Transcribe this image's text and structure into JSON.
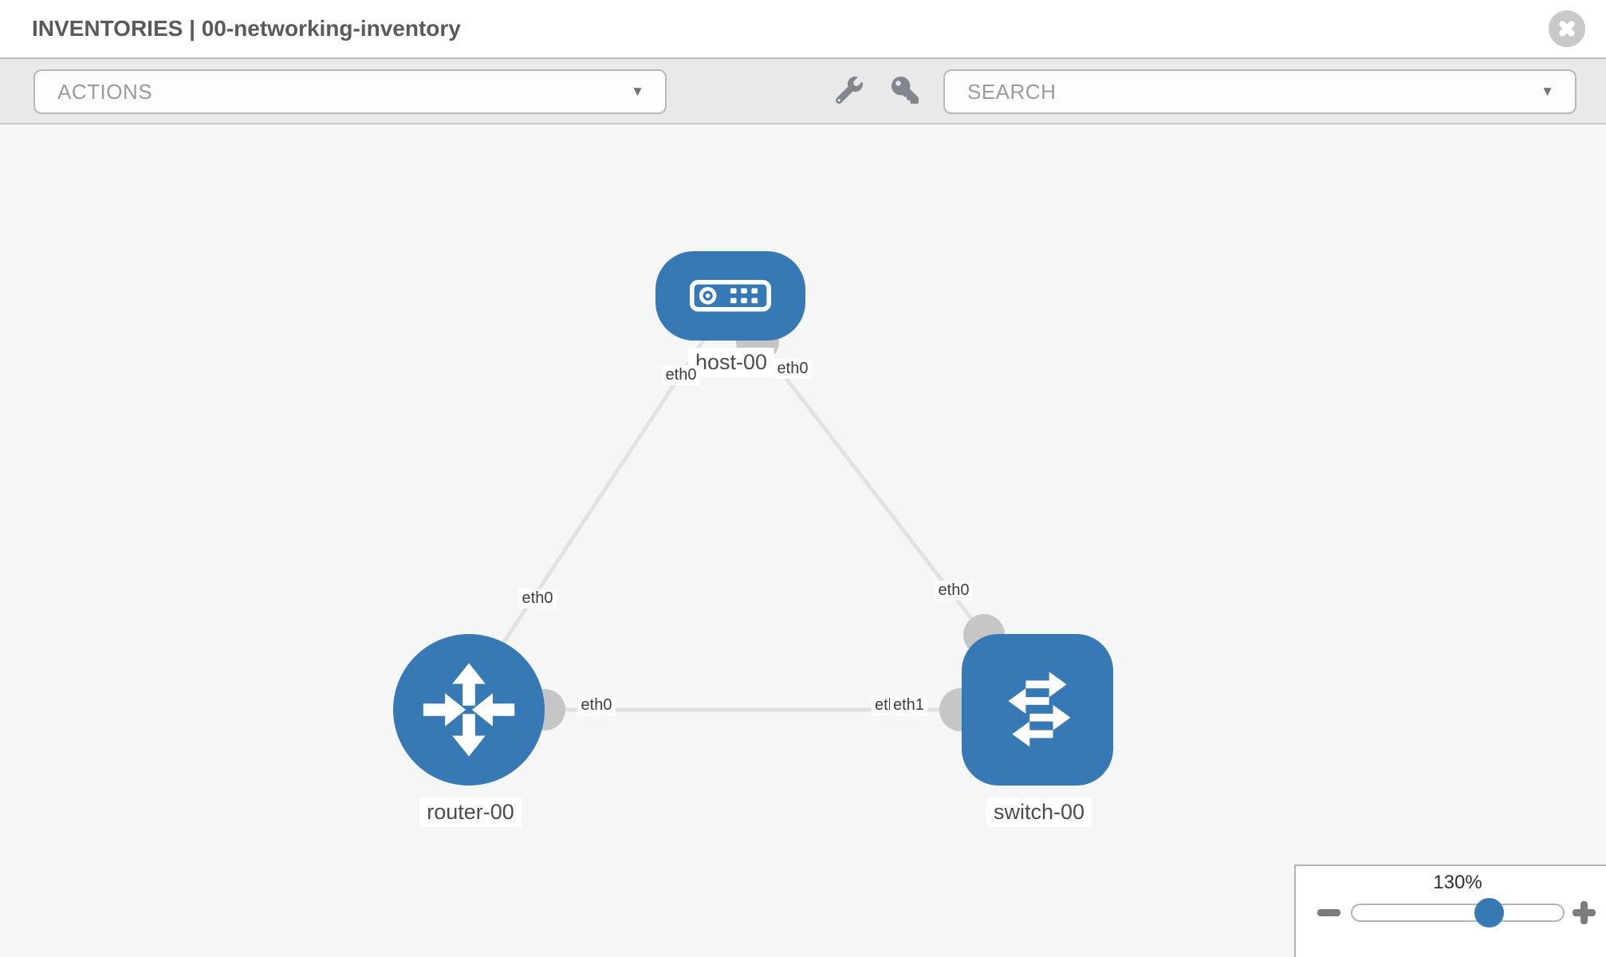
{
  "window": {
    "title": "INVENTORIES | 00-networking-inventory"
  },
  "toolbar": {
    "actions_dropdown": {
      "value": "ACTIONS"
    },
    "search_dropdown": {
      "value": "SEARCH"
    },
    "tools": [
      {
        "icon": "wrench"
      },
      {
        "icon": "key"
      }
    ]
  },
  "topology": {
    "nodes": [
      {
        "id": "host-00",
        "type": "host",
        "label": "host-00"
      },
      {
        "id": "router-00",
        "type": "router",
        "label": "router-00"
      },
      {
        "id": "switch-00",
        "type": "switch",
        "label": "switch-00"
      }
    ],
    "links": [
      {
        "from": "host-00",
        "to": "router-00",
        "from_interface": "eth0",
        "to_interface": "eth0"
      },
      {
        "from": "host-00",
        "to": "switch-00",
        "from_interface": "eth0",
        "to_interface": "eth0"
      },
      {
        "from": "router-00",
        "to": "switch-00",
        "from_interface": "eth0",
        "to_interface": "eth1",
        "to_interface_behind": "eth0"
      }
    ]
  },
  "zoom_control": {
    "level": "130%",
    "percent": 65
  },
  "colors": {
    "node_blue": "#3679b5",
    "link_gray": "#e2e2e2",
    "interface_gray": "#c6c6c6",
    "canvas_bg": "#f6f6f6",
    "toolbar_bg": "#e9e9e9",
    "title_gray": "#5a5a5a"
  }
}
